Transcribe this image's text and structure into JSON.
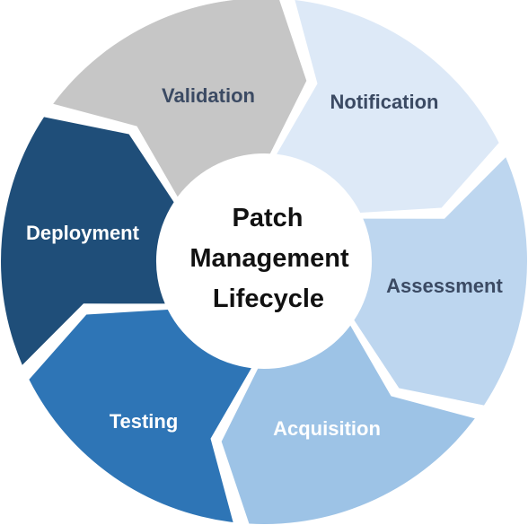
{
  "diagram": {
    "center": {
      "lines": [
        "Patch",
        "Management",
        "Lifecycle"
      ]
    },
    "segments": [
      {
        "label": "Validation",
        "fill": "#c6c6c6",
        "text_color": "#3b4a63"
      },
      {
        "label": "Notification",
        "fill": "#dde9f7",
        "text_color": "#3b4a63"
      },
      {
        "label": "Assessment",
        "fill": "#bdd6ef",
        "text_color": "#3b4a63"
      },
      {
        "label": "Acquisition",
        "fill": "#9dc3e6",
        "text_color": "#ffffff"
      },
      {
        "label": "Testing",
        "fill": "#2e75b6",
        "text_color": "#ffffff"
      },
      {
        "label": "Deployment",
        "fill": "#1f4e79",
        "text_color": "#ffffff"
      }
    ]
  }
}
